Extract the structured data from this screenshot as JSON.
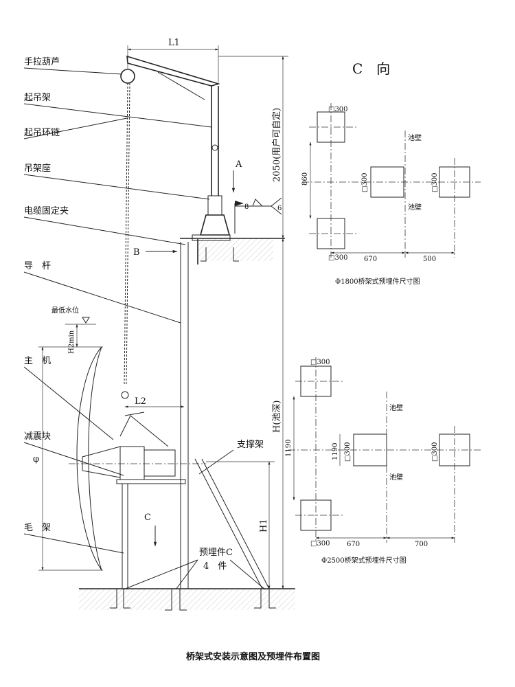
{
  "labels": {
    "hoist": "手拉葫芦",
    "crane": "起吊架",
    "chain": "起吊环链",
    "crane_seat": "吊架座",
    "cable_clamp": "电缆固定夹",
    "guide_rod": "导　杆",
    "lowest_water": "最低水位",
    "main_unit": "主　机",
    "damper": "减震块",
    "frame": "毛　架",
    "support": "支撑架",
    "embedded_c": "预埋件C",
    "pieces": "4　件"
  },
  "dims": {
    "L1": "L1",
    "L2": "L2",
    "H2min": "H2min",
    "H": "H(池深)",
    "H1": "H1",
    "h2050": "2050(用户可自定)",
    "phi": "φ",
    "weld_8": "8",
    "weld_6": "6"
  },
  "views": {
    "A": "A",
    "B": "B",
    "C": "C",
    "c_title": "C　向"
  },
  "plan1": {
    "s300_tl": "□300",
    "s300_ml": "□300",
    "s300_mr": "□300",
    "s300_bl": "□300",
    "d860": "860",
    "d670": "670",
    "d500": "500",
    "wall_top": "池壁",
    "wall_bottom": "池壁",
    "caption": "Φ1800桥架式预埋件尺寸图"
  },
  "plan2": {
    "s300_tl": "□300",
    "s300_ml": "□300",
    "s300_mr": "□300",
    "s300_bl": "□300",
    "d1190_outer": "1190",
    "d1190_inner": "1190",
    "d670": "670",
    "d700": "700",
    "wall_top": "池壁",
    "wall_bottom": "池壁",
    "caption": "Φ2500桥架式预埋件尺寸图"
  },
  "caption": "桥架式安装示意图及预埋件布置图"
}
